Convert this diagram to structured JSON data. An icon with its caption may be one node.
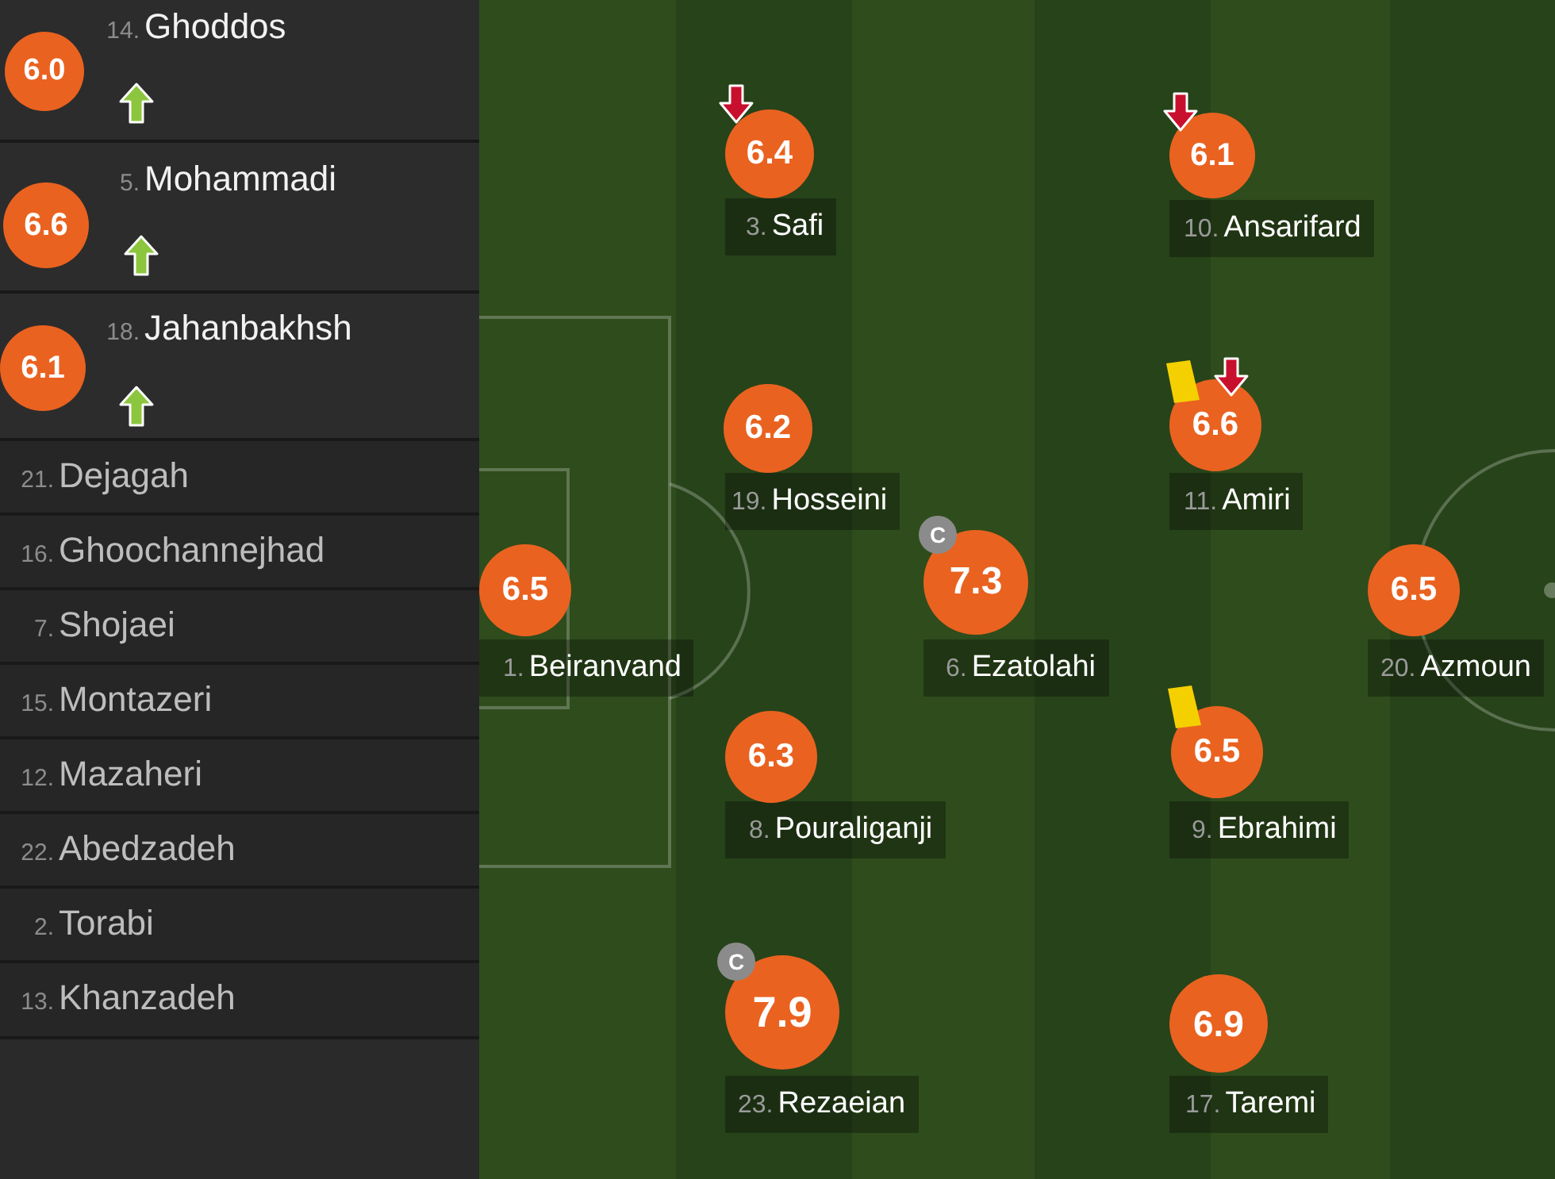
{
  "diagram": {
    "nodes": [
      {
        "text": [
          "14.",
          "Ghoddos"
        ]
      },
      {
        "text": [
          "6.0"
        ],
        "in": 0
      },
      {
        "text": [
          "5.",
          "Mohammadi"
        ]
      },
      {
        "text": [
          "6.6"
        ],
        "in": 2
      },
      {
        "text": [
          "18.",
          "Jahanbakhsh"
        ]
      },
      {
        "text": [
          "6.1"
        ],
        "in": 4
      },
      {
        "text": [
          "21.",
          "Dejagah"
        ]
      },
      {
        "text": [
          "16.",
          "Ghoochannejhad"
        ]
      },
      {
        "text": [
          "7.",
          "Shojaei"
        ]
      },
      {
        "text": [
          "15.",
          "Montazeri"
        ]
      },
      {
        "text": [
          "12.",
          "Mazaheri"
        ]
      },
      {
        "text": [
          "22.",
          "Abedzadeh"
        ]
      },
      {
        "text": [
          "2.",
          "Torabi"
        ]
      },
      {
        "text": [
          "13.",
          "Khanzadeh"
        ]
      },
      {
        "text": [
          "6.4"
        ]
      },
      {
        "text": [
          "3.",
          "Safi"
        ]
      },
      {
        "text": [
          "6.1"
        ]
      },
      {
        "text": [
          "10.",
          "Ansarifard"
        ]
      },
      {
        "text": [
          "6.2"
        ]
      },
      {
        "text": [
          "19.",
          "Hosseini"
        ]
      },
      {
        "text": [
          "6.6"
        ]
      },
      {
        "text": [
          "11.",
          "Amiri"
        ]
      },
      {
        "text": [
          "C"
        ]
      },
      {
        "text": [
          "6.5"
        ]
      },
      {
        "text": [
          "1.",
          "Beiranvand"
        ]
      },
      {
        "text": [
          "7.3"
        ]
      },
      {
        "text": [
          "6.",
          "Ezatolahi"
        ]
      },
      {
        "text": [
          "6.5"
        ]
      },
      {
        "text": [
          "20.",
          "Azmoun"
        ]
      },
      {
        "text": [
          "6.3"
        ]
      },
      {
        "text": [
          "8.",
          "Pouraliganji"
        ]
      },
      {
        "text": [
          "6.5"
        ]
      },
      {
        "text": [
          "9.",
          "Ebrahimi"
        ]
      },
      {
        "text": [
          "C"
        ]
      },
      {
        "text": [
          "7.9"
        ]
      },
      {
        "text": [
          "23.",
          "Rezaeian"
        ]
      },
      {
        "text": [
          "6.9"
        ]
      },
      {
        "text": [
          "17.",
          "Taremi"
        ]
      }
    ]
  }
}
